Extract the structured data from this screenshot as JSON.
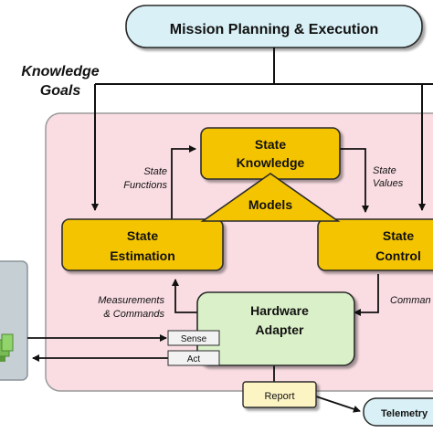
{
  "mission": {
    "label": "Mission Planning & Execution"
  },
  "goals": {
    "line1": "Knowledge",
    "line2": "Goals"
  },
  "state_knowledge": {
    "line1": "State",
    "line2": "Knowledge"
  },
  "models": {
    "label": "Models"
  },
  "state_estimation": {
    "line1": "State",
    "line2": "Estimation"
  },
  "state_control": {
    "line1": "State",
    "line2": "Control"
  },
  "hardware_adapter": {
    "line1": "Hardware",
    "line2": "Adapter"
  },
  "labels": {
    "state_functions_1": "State",
    "state_functions_2": "Functions",
    "state_values_1": "State",
    "state_values_2": "Values",
    "measurements_1": "Measurements",
    "measurements_2": "& Commands",
    "commands": "Comman"
  },
  "sense": {
    "label": "Sense"
  },
  "act": {
    "label": "Act"
  },
  "report": {
    "label": "Report"
  },
  "telemetry": {
    "label": "Telemetry"
  },
  "colors": {
    "state_box": "#f5c400",
    "adapter_box": "#daf0c8",
    "mission_box": "#d9f1f6",
    "framework_bg": "#f9dde3",
    "report_box": "#fdf4c4",
    "sense_box": "#f2f2f2",
    "system_block": "#c6cfd4",
    "hardware_icon": "#88cc66"
  }
}
